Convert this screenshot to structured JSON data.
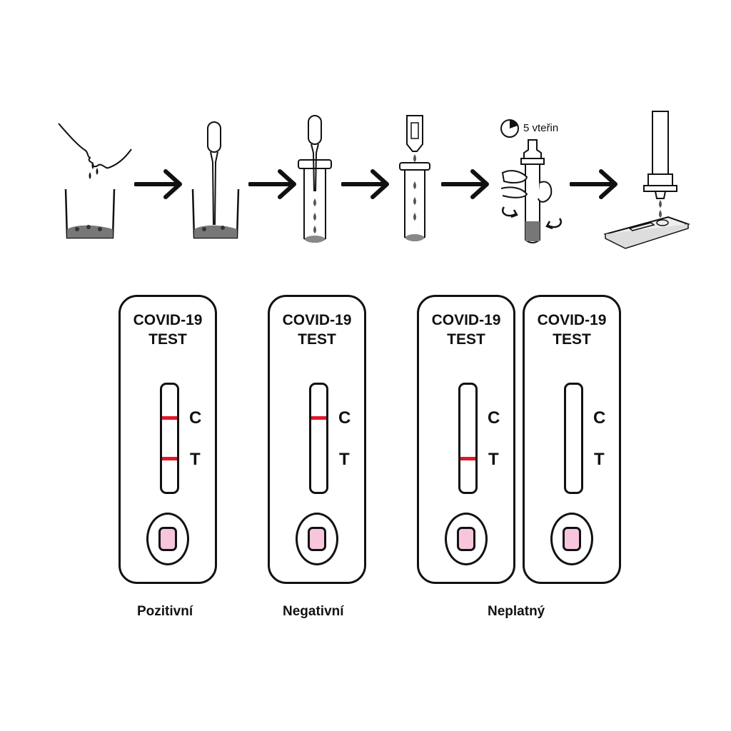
{
  "steps": [
    {
      "icon": "spit-into-cup-icon"
    },
    {
      "icon": "pipette-in-cup-icon"
    },
    {
      "icon": "pipette-into-tube-icon"
    },
    {
      "icon": "cap-tube-icon"
    },
    {
      "icon": "mix-tube-icon",
      "timer_label": "5 vteřin"
    },
    {
      "icon": "drop-on-cassette-icon"
    }
  ],
  "cassette_title": {
    "line1": "COVID-19",
    "line2": "TEST"
  },
  "marks": {
    "control": "C",
    "test": "T"
  },
  "results": [
    {
      "label": "Pozitivní",
      "control_line": true,
      "test_line": true
    },
    {
      "label": "Negativní",
      "control_line": true,
      "test_line": false
    },
    {
      "label": "Neplatný",
      "control_line": false,
      "test_line": true
    },
    {
      "label": "",
      "control_line": false,
      "test_line": false
    }
  ],
  "colors": {
    "line": "#e0182a",
    "sample_well": "#f7c6dc",
    "outline": "#111111"
  }
}
